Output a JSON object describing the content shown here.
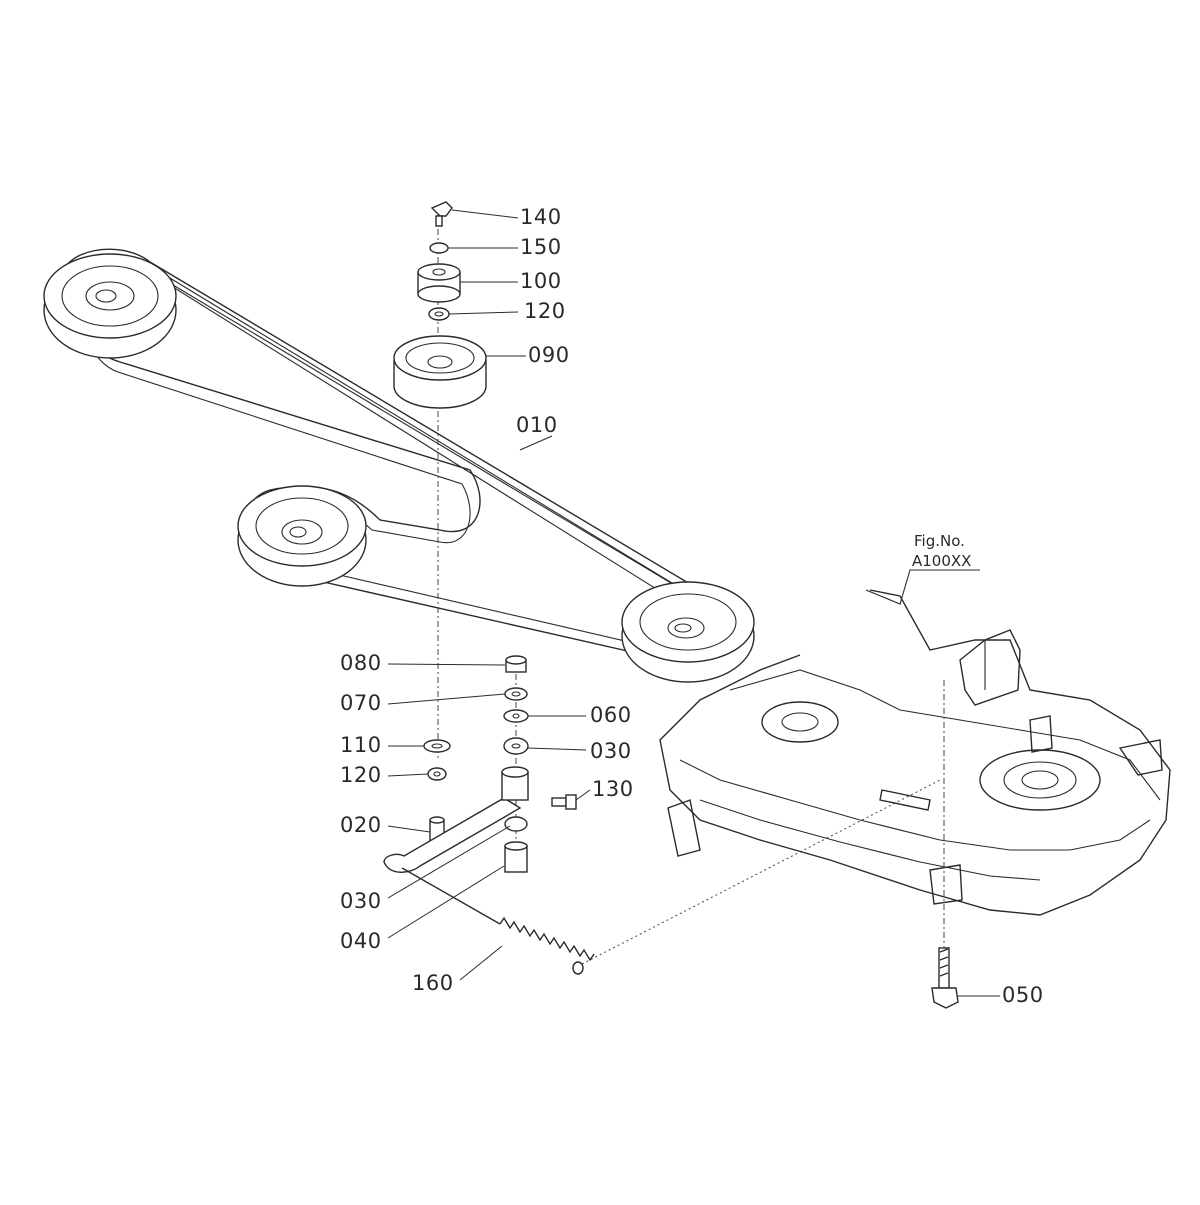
{
  "figure": {
    "fig_no_label": "Fig.No.",
    "fig_no_value": "A100XX"
  },
  "callouts": [
    {
      "id": "140",
      "text": "140"
    },
    {
      "id": "150",
      "text": "150"
    },
    {
      "id": "100",
      "text": "100"
    },
    {
      "id": "120a",
      "text": "120"
    },
    {
      "id": "090",
      "text": "090"
    },
    {
      "id": "010",
      "text": "010"
    },
    {
      "id": "080",
      "text": "080"
    },
    {
      "id": "070",
      "text": "070"
    },
    {
      "id": "060",
      "text": "060"
    },
    {
      "id": "110",
      "text": "110"
    },
    {
      "id": "030a",
      "text": "030"
    },
    {
      "id": "120b",
      "text": "120"
    },
    {
      "id": "130",
      "text": "130"
    },
    {
      "id": "020",
      "text": "020"
    },
    {
      "id": "030b",
      "text": "030"
    },
    {
      "id": "040",
      "text": "040"
    },
    {
      "id": "160",
      "text": "160"
    },
    {
      "id": "050",
      "text": "050"
    }
  ]
}
